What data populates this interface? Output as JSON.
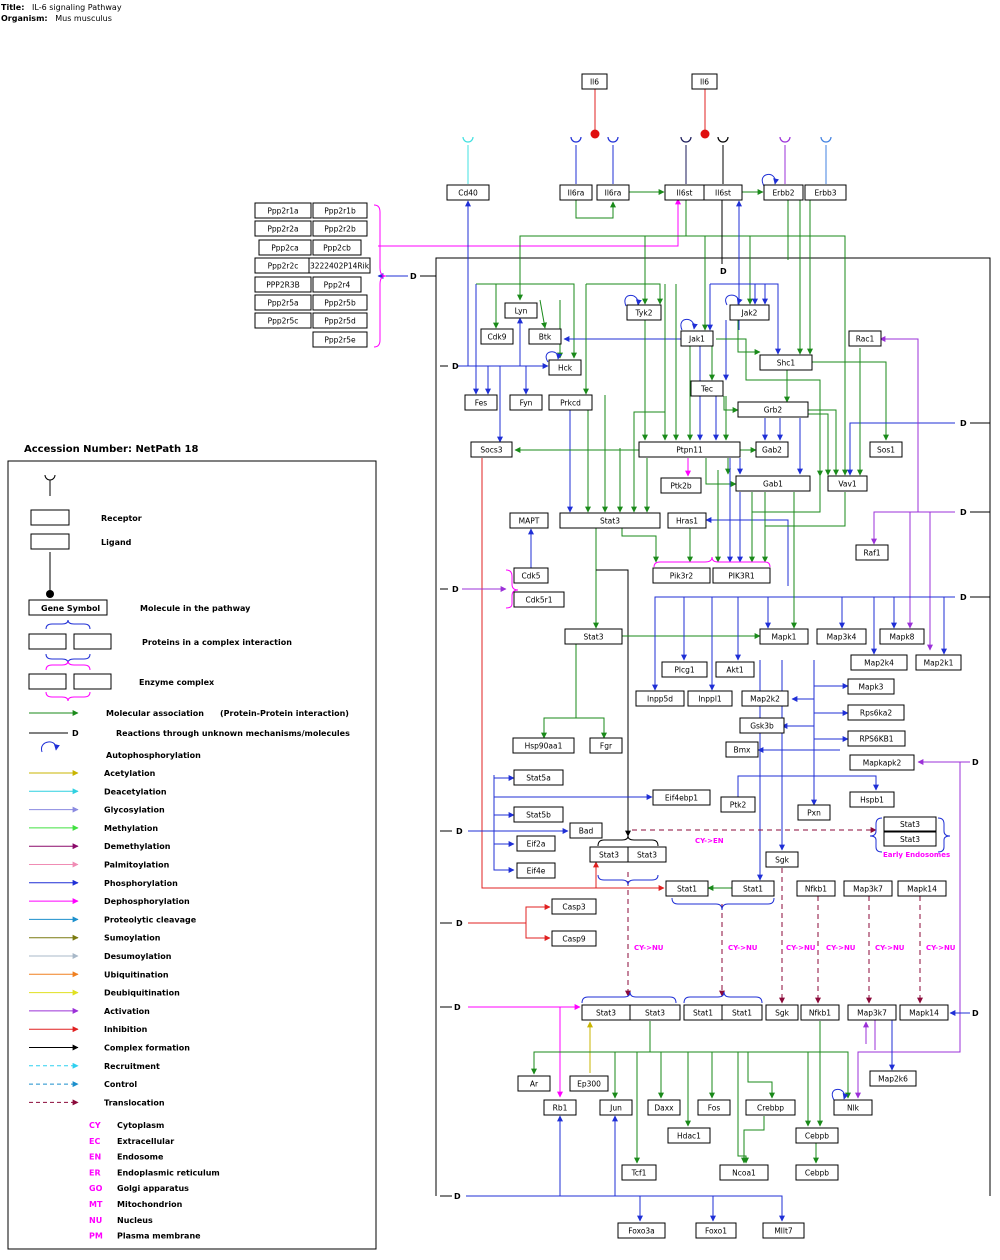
{
  "header": {
    "title_label": "Title:",
    "title": "IL-6 signaling Pathway",
    "organism_label": "Organism:",
    "organism": "Mus musculus"
  },
  "accession": "Accession Number: NetPath 18",
  "colors": {
    "association": "#1a8a1a",
    "phosphorylation": "#1f2fd6",
    "inhibition": "#e02020",
    "activation": "#9b30d8",
    "dephosphorylation": "#ff00ff",
    "translocation": "#8b0a3a",
    "acetylation": "#c8b400",
    "location_text": "#ff00ff"
  },
  "nodes": {
    "il6_l1": "Il6",
    "il6_l2": "Il6",
    "cd40": "Cd40",
    "il6ra1": "Il6ra",
    "il6ra2": "Il6ra",
    "il6st1": "Il6st",
    "il6st2": "Il6st",
    "erbb2": "Erbb2",
    "erbb3": "Erbb3",
    "ppp2r1a": "Ppp2r1a",
    "ppp2r1b": "Ppp2r1b",
    "ppp2r2a": "Ppp2r2a",
    "ppp2r2b": "Ppp2r2b",
    "ppp2ca": "Ppp2ca",
    "ppp2cb": "Ppp2cb",
    "ppp2r2c": "Ppp2r2c",
    "p3222402": "3222402P14Rik",
    "ppp2r3b": "PPP2R3B",
    "ppp2r4": "Ppp2r4",
    "ppp2r5a": "Ppp2r5a",
    "ppp2r5b": "Ppp2r5b",
    "ppp2r5c": "Ppp2r5c",
    "ppp2r5d": "Ppp2r5d",
    "ppp2r5e": "Ppp2r5e",
    "lyn": "Lyn",
    "cdk9": "Cdk9",
    "btk": "Btk",
    "hck": "Hck",
    "tyk2": "Tyk2",
    "jak1": "Jak1",
    "jak2": "Jak2",
    "shc1": "Shc1",
    "rac1": "Rac1",
    "tec": "Tec",
    "grb2": "Grb2",
    "fes": "Fes",
    "fyn": "Fyn",
    "prkcd": "Prkcd",
    "socs3": "Socs3",
    "ptpn11": "Ptpn11",
    "gab2": "Gab2",
    "sos1": "Sos1",
    "ptk2b": "Ptk2b",
    "gab1": "Gab1",
    "vav1": "Vav1",
    "mapt": "MAPT",
    "stat3a": "Stat3",
    "hras1": "Hras1",
    "raf1": "Raf1",
    "cdk5": "Cdk5",
    "cdk5r1": "Cdk5r1",
    "pik3r2": "Pik3r2",
    "pik3r1": "PIK3R1",
    "stat3b": "Stat3",
    "mapk1": "Mapk1",
    "map3k4": "Map3k4",
    "mapk8": "Mapk8",
    "map2k4": "Map2k4",
    "map2k1": "Map2k1",
    "plcg1": "Plcg1",
    "akt1": "Akt1",
    "mapk3": "Mapk3",
    "inpp5d": "Inpp5d",
    "inppl1": "Inppl1",
    "map2k2": "Map2k2",
    "rps6ka2": "Rps6ka2",
    "gsk3b": "Gsk3b",
    "rps6kb1": "RPS6KB1",
    "bmx": "Bmx",
    "mapkapk2": "Mapkapk2",
    "hsp90aa1": "Hsp90aa1",
    "fgr": "Fgr",
    "stat5a": "Stat5a",
    "eif4ebp1": "Eif4ebp1",
    "ptk2": "Ptk2",
    "hspb1": "Hspb1",
    "stat5b": "Stat5b",
    "pxn": "Pxn",
    "bad": "Bad",
    "eif2a": "Eif2a",
    "stat3c1": "Stat3",
    "stat3c2": "Stat3",
    "sgk_cy": "Sgk",
    "eif4e": "Eif4e",
    "ee_stat3a": "Stat3",
    "ee_stat3b": "Stat3",
    "stat1a": "Stat1",
    "stat1b": "Stat1",
    "nfkb1_cy": "Nfkb1",
    "map3k7_cy": "Map3k7",
    "map14_cy": "Mapk14",
    "casp3": "Casp3",
    "casp9": "Casp9",
    "nu_stat3a": "Stat3",
    "nu_stat3b": "Stat3",
    "nu_stat1a": "Stat1",
    "nu_stat1b": "Stat1",
    "nu_sgk": "Sgk",
    "nu_nfkb1": "Nfkb1",
    "nu_map3k7": "Map3k7",
    "nu_mapk14": "Mapk14",
    "ar": "Ar",
    "ep300": "Ep300",
    "map2k6": "Map2k6",
    "rb1": "Rb1",
    "jun": "Jun",
    "daxx": "Daxx",
    "fos": "Fos",
    "crebbp": "Crebbp",
    "nlk": "Nlk",
    "hdac1": "Hdac1",
    "cebpb1": "Cebpb",
    "tcf1": "Tcf1",
    "ncoa1": "Ncoa1",
    "cebpb2": "Cebpb",
    "foxo3a": "Foxo3a",
    "foxo1": "Foxo1",
    "mllt7": "Mllt7"
  },
  "d_label": "D",
  "annotations": {
    "cy_en": "CY->EN",
    "cy_nu": "CY->NU",
    "early_endosomes": "Early Endosomes"
  },
  "legend": {
    "receptor": "Receptor",
    "ligand": "Ligand",
    "gene_symbol": "Gene Symbol",
    "molecule": "Molecule in the pathway",
    "complex": "Proteins in a complex interaction",
    "enzyme": "Enzyme complex",
    "mol_assoc": "Molecular association",
    "ppi": "(Protein-Protein interaction)",
    "unknown": "Reactions through unknown mechanisms/molecules",
    "autophos": "Autophosphorylation",
    "edges": [
      {
        "label": "Acetylation",
        "color": "#c8b400",
        "dash": false
      },
      {
        "label": "Deacetylation",
        "color": "#2fd0e0",
        "dash": false
      },
      {
        "label": "Glycosylation",
        "color": "#8a8ae0",
        "dash": false
      },
      {
        "label": "Methylation",
        "color": "#40e040",
        "dash": false
      },
      {
        "label": "Demethylation",
        "color": "#8b0a6a",
        "dash": false
      },
      {
        "label": "Palmitoylation",
        "color": "#f08cb4",
        "dash": false
      },
      {
        "label": "Phosphorylation",
        "color": "#1f2fd6",
        "dash": false
      },
      {
        "label": "Dephosphorylation",
        "color": "#ff00ff",
        "dash": false
      },
      {
        "label": "Proteolytic cleavage",
        "color": "#1b8fcc",
        "dash": false
      },
      {
        "label": "Sumoylation",
        "color": "#7a7a10",
        "dash": false
      },
      {
        "label": "Desumoylation",
        "color": "#a8b8c8",
        "dash": false
      },
      {
        "label": "Ubiquitination",
        "color": "#f08020",
        "dash": false
      },
      {
        "label": "Deubiquitination",
        "color": "#e0e020",
        "dash": false
      },
      {
        "label": "Activation",
        "color": "#9b30d8",
        "dash": false
      },
      {
        "label": "Inhibition",
        "color": "#e02020",
        "dash": false
      },
      {
        "label": "Complex formation",
        "color": "#000000",
        "dash": false
      },
      {
        "label": "Recruitment",
        "color": "#2fd0f0",
        "dash": true
      },
      {
        "label": "Control",
        "color": "#1b8fcc",
        "dash": true
      },
      {
        "label": "Translocation",
        "color": "#8b0a3a",
        "dash": true
      }
    ],
    "locations": [
      {
        "code": "CY",
        "name": "Cytoplasm"
      },
      {
        "code": "EC",
        "name": "Extracellular"
      },
      {
        "code": "EN",
        "name": "Endosome"
      },
      {
        "code": "ER",
        "name": "Endoplasmic reticulum"
      },
      {
        "code": "GO",
        "name": "Golgi apparatus"
      },
      {
        "code": "MT",
        "name": "Mitochondrion"
      },
      {
        "code": "NU",
        "name": "Nucleus"
      },
      {
        "code": "PM",
        "name": "Plasma membrane"
      }
    ]
  }
}
